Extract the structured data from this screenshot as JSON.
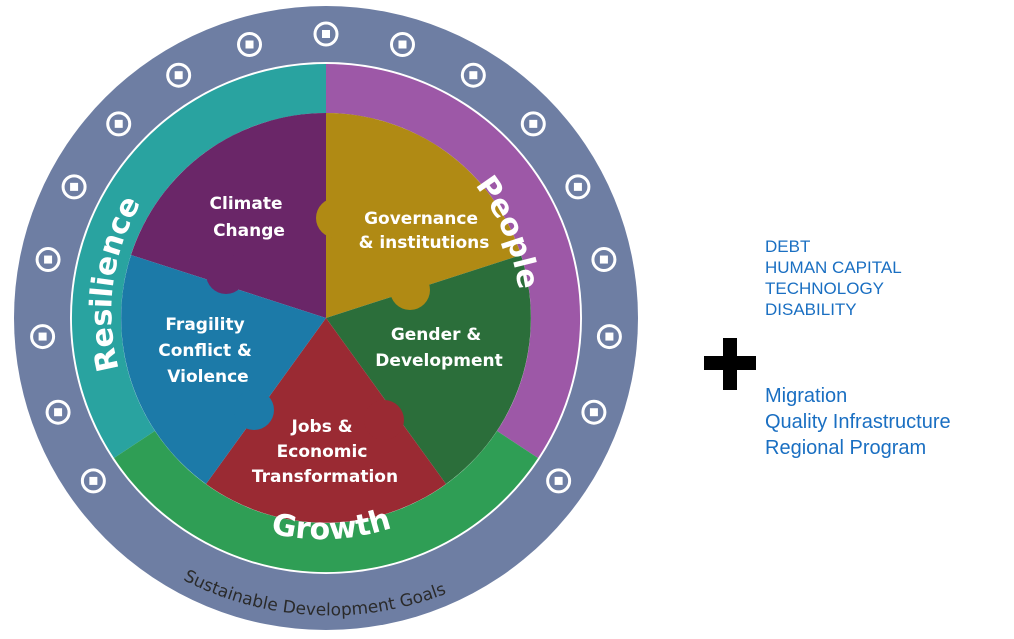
{
  "wheel": {
    "colors": {
      "outer": "#6e7ea3",
      "resilience": "#29a3a0",
      "people": "#9d58a7",
      "growth": "#2f9e55",
      "inner_ring": "#ffffff",
      "climate": "#6a2668",
      "governance": "#b08a14",
      "gender": "#2b6e3a",
      "jobs": "#9a2a33",
      "fragility": "#1c7aa8"
    },
    "band_labels": {
      "resilience": "Resilience",
      "people": "People",
      "growth": "Growth"
    },
    "sdg_label": "Sustainable Development Goals",
    "wedges": {
      "climate": [
        "Climate",
        "Change"
      ],
      "governance": [
        "Governance",
        "& institutions"
      ],
      "gender": [
        "Gender &",
        "Development"
      ],
      "jobs": [
        "Jobs &",
        "Economic",
        "Transformation"
      ],
      "fragility": [
        "Fragility",
        "Conflict &",
        "Violence"
      ]
    },
    "sdg_icons": [
      "no-poverty-icon",
      "zero-hunger-icon",
      "good-health-icon",
      "quality-education-icon",
      "gender-equality-icon",
      "clean-water-icon",
      "clean-energy-icon",
      "decent-work-icon",
      "industry-innovation-icon",
      "reduced-inequalities-icon",
      "sustainable-cities-icon",
      "responsible-consumption-icon",
      "climate-action-icon",
      "life-below-water-icon",
      "life-on-land-icon",
      "peace-justice-icon",
      "partnerships-icon"
    ]
  },
  "plus_symbol": "plus-icon",
  "caps_list": [
    "DEBT",
    "HUMAN CAPITAL",
    "TECHNOLOGY",
    "DISABILITY"
  ],
  "mixed_list": [
    "Migration",
    "Quality Infrastructure",
    "Regional Program"
  ],
  "text_color": "#1a6fc2"
}
